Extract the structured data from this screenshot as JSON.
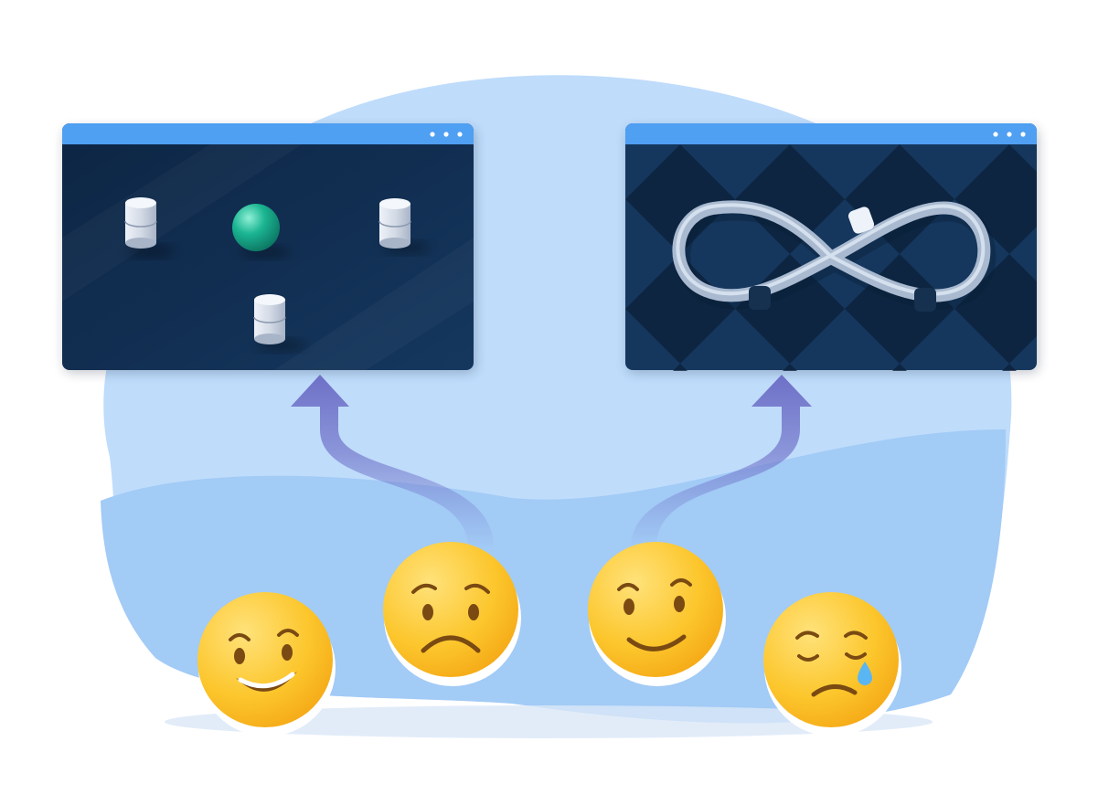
{
  "colors": {
    "background": "#ffffff",
    "blob_light": "#bfdcfb",
    "blob_wave": "#a2cbf6",
    "window_titlebar": "#4f9ff2",
    "window_body_dark": "#0d2544",
    "window_body_light": "#15375e",
    "pattern_dark": "#0a1e37",
    "accent_teal": "#1bb592",
    "cylinder_light": "#eef2f9",
    "cylinder_dark": "#a8b4c7",
    "loop_track": "#a9bad0",
    "arrow_purple": "#6e70c7",
    "emoji_yellow": "#fbbf1d",
    "emoji_highlight": "#ffe27a",
    "emoji_feature": "#7a4a12",
    "tear_blue": "#5ab6f2"
  },
  "windows": [
    {
      "id": "left",
      "content": "database-cluster"
    },
    {
      "id": "right",
      "content": "infinity-loop"
    }
  ],
  "emojis": [
    {
      "id": "1",
      "mood": "grinning"
    },
    {
      "id": "2",
      "mood": "worried"
    },
    {
      "id": "3",
      "mood": "smiling"
    },
    {
      "id": "4",
      "mood": "crying"
    }
  ]
}
